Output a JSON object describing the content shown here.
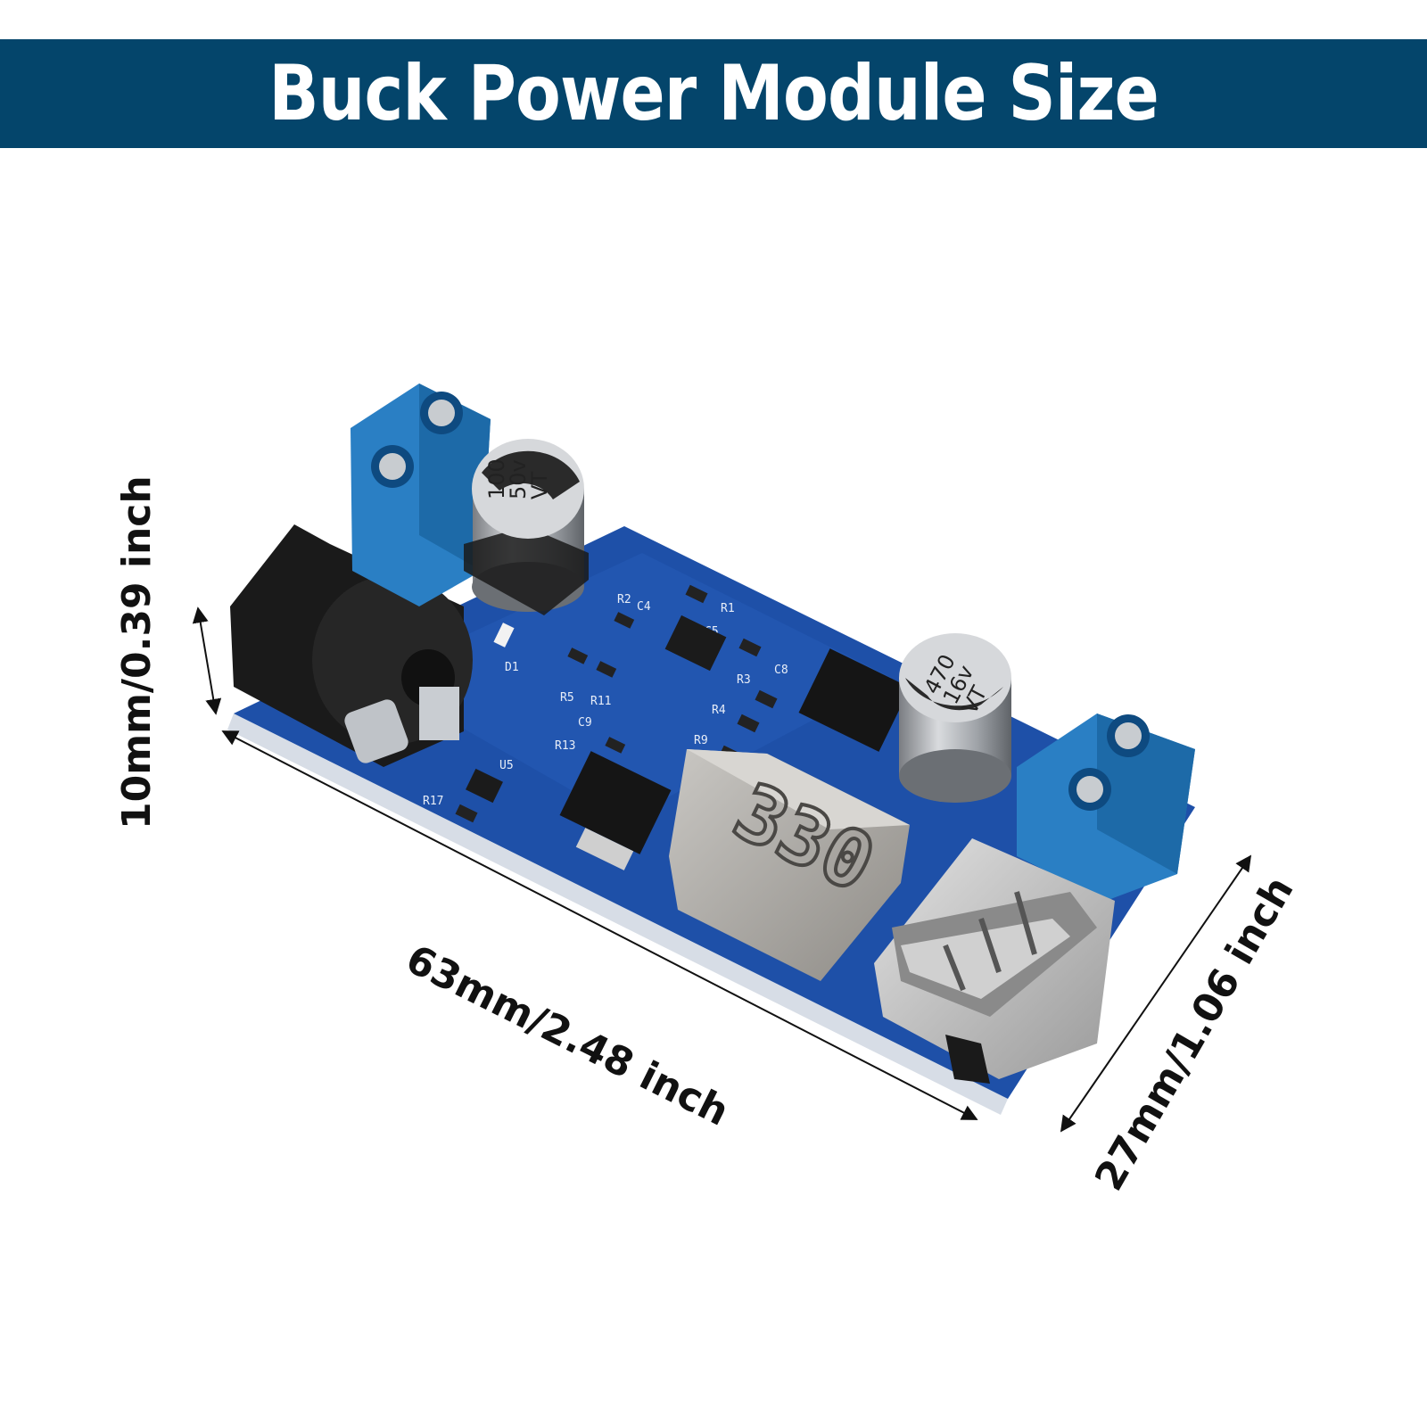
{
  "banner": {
    "title": "Buck Power Module Size",
    "background": "#04456b",
    "text_color": "#ffffff"
  },
  "dimensions": {
    "length": "63mm/2.48 inch",
    "height": "10mm/0.39 inch",
    "width": "27mm/1.06 inch"
  },
  "board": {
    "pcb_color": "#1e50a8",
    "capacitor_large": {
      "line1": "100",
      "line2": "50v",
      "line3": "VT"
    },
    "capacitor_small": {
      "line1": "470",
      "line2": "16v",
      "line3": "VT"
    },
    "inductor_marking": "330",
    "silkscreen": [
      "R2",
      "C4",
      "R1",
      "C5",
      "C8",
      "R3",
      "R4",
      "R9",
      "R5",
      "R11",
      "C9",
      "R13",
      "D1",
      "U5",
      "R17"
    ]
  }
}
